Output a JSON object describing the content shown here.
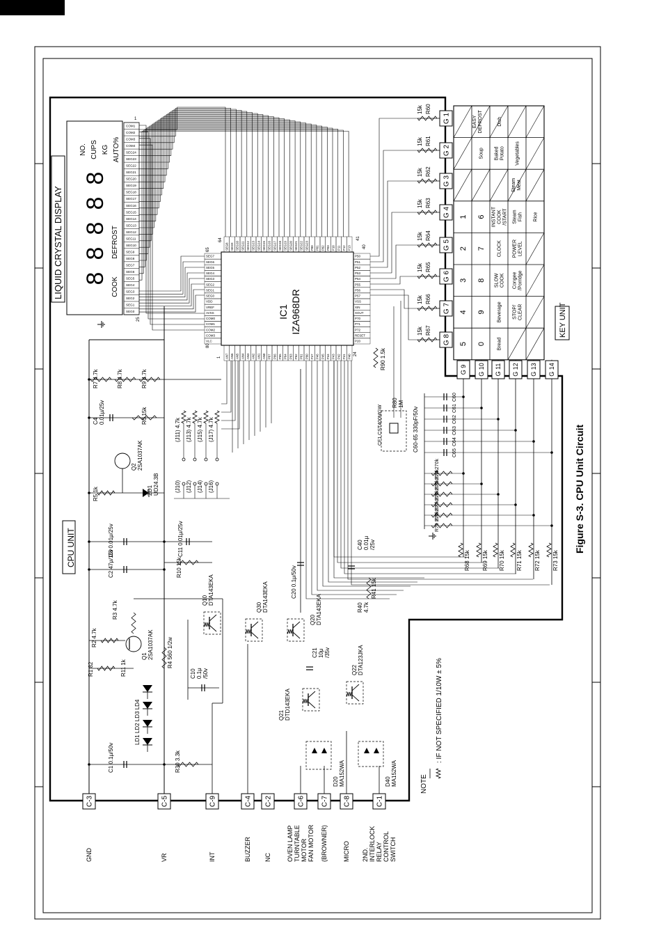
{
  "header_tab": "",
  "figure_caption": "Figure S-3. CPU Unit Circuit",
  "cpu_unit_label": "CPU UNIT",
  "key_unit_label": "KEY UNIT",
  "lcd": {
    "title": "LIQUID CRYSTAL DISPLAY",
    "cook": "COOK",
    "defrost": "DEFROST",
    "no": "NO.",
    "cups": "CUPS",
    "kg": "KG",
    "auto": "AUTO%",
    "digits": [
      "8",
      "8",
      "8",
      "8",
      "8"
    ],
    "pin_start": "1",
    "pin_end": "25",
    "pins": [
      "COM1",
      "COM2",
      "COM3",
      "COM4",
      "SEG24",
      "SEG23",
      "SEG22",
      "SEG21",
      "SEG20",
      "SEG19",
      "SEG18",
      "SEG17",
      "SEG16",
      "SEG15",
      "SEG14",
      "SEG13",
      "SEG12",
      "SEG11",
      "SEG10",
      "SEG9",
      "SEG8",
      "SEG7",
      "SEG6",
      "SEG5",
      "SEG4",
      "SEG3",
      "SEG2",
      "SEG1",
      "SEG0"
    ]
  },
  "ic1": {
    "name": "IC1",
    "part": "IZA968DR",
    "pin_labels": [
      "1",
      "24",
      "40",
      "41",
      "64",
      "65",
      "80"
    ],
    "top_pins": [
      "SEG8",
      "SEG9",
      "SEG10",
      "SEG11",
      "SEG12",
      "SEG13",
      "SEG14",
      "SEG15",
      "SEG16",
      "SEG17",
      "SEG18",
      "SEG19",
      "SEG20",
      "SEG21",
      "SEG22",
      "SEG23",
      "P00",
      "P01",
      "P02",
      "P03",
      "P10",
      "P11",
      "P12",
      "P13"
    ],
    "left_pins": [
      "SEG7",
      "SEG6",
      "SEG5",
      "SEG4",
      "SEG3",
      "SEG2",
      "SEG1",
      "SEG0",
      "VDD",
      "VREF",
      "AVSS",
      "COM0",
      "COM1",
      "COM2",
      "COM3",
      "VLC"
    ],
    "bottom_pins": [
      "AN7",
      "AN6",
      "AN5",
      "AN4",
      "AN3",
      "AN2",
      "AN1",
      "AN0",
      "P67",
      "P66",
      "P65",
      "P64",
      "P63",
      "P62",
      "P61",
      "P60",
      "P47",
      "P46",
      "P45",
      "P44",
      "P43",
      "P42",
      "P41",
      "P40"
    ],
    "right_pins": [
      "P50",
      "P51",
      "P52",
      "P53",
      "P54",
      "P55",
      "P56",
      "P57",
      "VSS",
      "XIN",
      "XOUT",
      "P70",
      "P71",
      "P72",
      "RESET",
      "P20"
    ]
  },
  "connectors": [
    {
      "id": "C-3",
      "name": "GND"
    },
    {
      "id": "C-5",
      "name": "VR"
    },
    {
      "id": "C-9",
      "name": "INT"
    },
    {
      "id": "C-4",
      "name": "BUZZER"
    },
    {
      "id": "C-2",
      "name": "NC"
    },
    {
      "id": "C-6",
      "name": "OVEN LAMP\nTURNTABLE\nMOTOR\nFAN MOTOR"
    },
    {
      "id": "C-7",
      "name": "(BROWNER)"
    },
    {
      "id": "C-8",
      "name": "MICRO"
    },
    {
      "id": "C-1",
      "name": "2ND.\nINTERLOCK\nRELAY\nCONTROL\nSWITCH"
    }
  ],
  "components": {
    "C1": "C1 0.1μ/50v",
    "R30": "R30 3.3k",
    "LD": "LD1 LD2 LD3 LD4",
    "R1": "R1 82",
    "R11": "R11 1k",
    "R2": "R2 4.7k",
    "R3": "R3 4.7k",
    "Q1": "Q1\n2SA1037AK",
    "R4": "R4 560 1/2w",
    "C10": "C10\n0.1μ\n/50v",
    "Q10": "Q10\nDTA143EKA",
    "Q30": "Q30\nDTA143EKA",
    "C20": "C20 0.1μ/50v",
    "Q20": "Q20\nDTA143EKA",
    "Q21": "Q21\nDTD143EKA",
    "C21": "C21\n10μ\n/35v",
    "Q22": "Q22\nDTA123JKA",
    "D20": "D20\nMA152WA",
    "D40": "D40\nMA152WA",
    "R40": "R40\n4.7k",
    "R41": "R41 15k",
    "C40": "C40\n0.01μ\n/25v",
    "C2": "C2 47μ/16v",
    "R10": "R10 15k",
    "C3": "C3 0.01μ/25v",
    "C11": "C11 0.01μ/25v",
    "R5": "R5 1k",
    "ZD1": "ZD1\nUD24.3B",
    "Q2": "Q2\n2SA1037AK",
    "C4": "C4\n0.01μ/25v",
    "R6": "R6 15k",
    "R7": "R7 4.7k",
    "R8": "R8 4.7k",
    "R9": "R9 4.7k",
    "R90": "R90 1.5k",
    "CF1": "CF1 CST400MGW",
    "R80": "R80\n1M",
    "C60_65": "C60-65  330pF/50v",
    "J10": "(J10)",
    "J11": "(J11) 4.7k",
    "J12": "(J12)",
    "J13": "(J13) 4.7k",
    "J14": "(J14)",
    "J15": "(J15) 4.7k",
    "J16": "(J16)",
    "J17": "(J17) 4.7k"
  },
  "grid_resistors": [
    {
      "ref": "R60",
      "value": "15k"
    },
    {
      "ref": "R61",
      "value": "15k"
    },
    {
      "ref": "R62",
      "value": "15k"
    },
    {
      "ref": "R63",
      "value": "15k"
    },
    {
      "ref": "R64",
      "value": "15k"
    },
    {
      "ref": "R65",
      "value": "15k"
    },
    {
      "ref": "R66",
      "value": "15k"
    },
    {
      "ref": "R67",
      "value": "15k"
    }
  ],
  "grid_labels": [
    "G 1",
    "G 2",
    "G 3",
    "G 4",
    "G 5",
    "G 6",
    "G 7",
    "G 8"
  ],
  "return_labels": [
    "G 9",
    "G 10",
    "G 11",
    "G 12",
    "G 13",
    "G 14"
  ],
  "caps_c60": [
    "C60",
    "C61",
    "C62",
    "C63",
    "C64",
    "C65"
  ],
  "pullups": [
    "R74 270k",
    "R75 270k",
    "R76 270k",
    "R77 270k",
    "R78 270k",
    "R79 270k"
  ],
  "series_resistors": [
    "R68 15k",
    "R69 15k",
    "R70 15k",
    "R71 15k",
    "R72 15k",
    "R73 15k"
  ],
  "key_rows": [
    [
      "",
      "",
      "",
      "",
      ""
    ],
    [
      "",
      "Soup",
      "Baked\nPotato",
      "Vegetables",
      ""
    ],
    [
      "",
      "",
      "",
      "",
      ""
    ],
    [
      "1",
      "6",
      "INSTANT\nCOOK\n/START",
      "Steam\nFish",
      "Rice"
    ],
    [
      "2",
      "7",
      "CLOCK",
      "POWER\nLEVEL",
      ""
    ],
    [
      "3",
      "8",
      "SLOW\nCOOK",
      "Congee\n/Porridge",
      ""
    ],
    [
      "4",
      "9",
      "Beverage",
      "STOP/\nCLEAR",
      ""
    ],
    [
      "5",
      "0",
      "Bread",
      "",
      ""
    ]
  ],
  "key_specials": {
    "easy_defrost": "EASY\nDEFROST",
    "dish": "Dish",
    "steam_meat": "Steam\nMeat"
  },
  "note_title": "NOTE",
  "note_text": ": IF NOT SPECIFIED 1/10W ± 5%"
}
